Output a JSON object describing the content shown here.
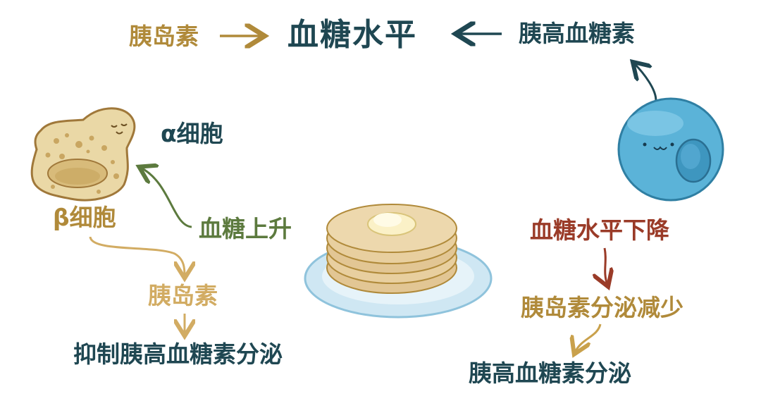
{
  "colors": {
    "dark_teal": "#1f4752",
    "gold": "#b08a3a",
    "light_gold": "#c9a15a",
    "green": "#5c7a3e",
    "red": "#9a3b28",
    "cell_blue": "#5bb3d8",
    "cell_tan": "#ead8a6"
  },
  "top": {
    "title": "血糖水平",
    "left_label": "胰岛素",
    "right_label": "胰高血糖素"
  },
  "left_branch": {
    "alpha_cell": "α细胞",
    "beta_cell": "β细胞",
    "rise": "血糖上升",
    "insulin": "胰岛素",
    "effect": "抑制胰高血糖素分泌"
  },
  "right_branch": {
    "fall": "血糖水平下降",
    "insulin_reduce": "胰岛素分泌减少",
    "effect": "胰高血糖素分泌"
  },
  "icons": {
    "beta_cell": "beta-cell-icon",
    "alpha_cell": "alpha-cell-icon",
    "pancake": "pancake-stack-icon"
  }
}
